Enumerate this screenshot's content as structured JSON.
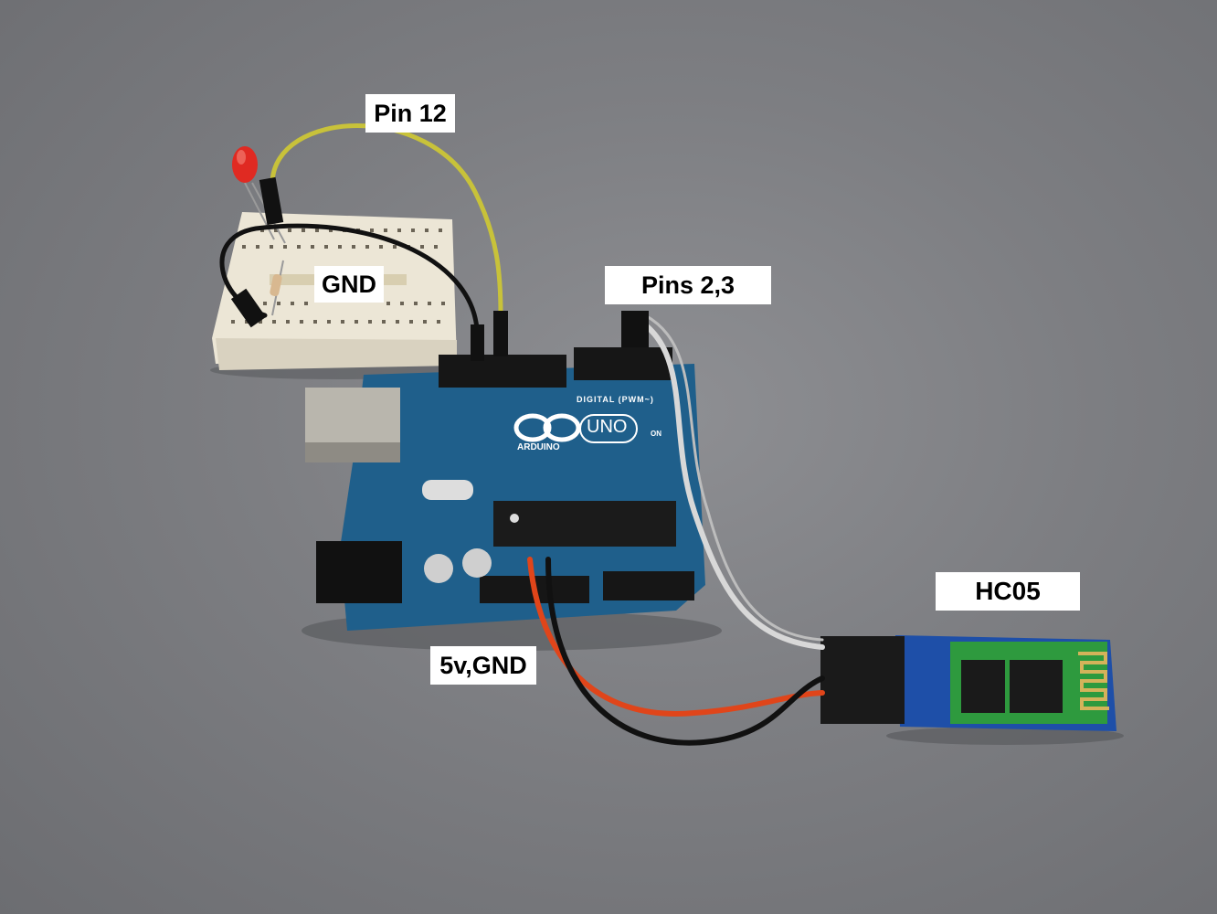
{
  "image": {
    "description": "Photo of an Arduino Uno wired to a mini breadboard with an LED and resistor, and an HC-05 Bluetooth module, with white annotation labels",
    "background_color": "#7d7e82"
  },
  "labels": {
    "pin12": "Pin 12",
    "gnd": "GND",
    "pins23": "Pins 2,3",
    "hc05": "HC05",
    "power": "5v,GND"
  },
  "board": {
    "brand": "ARDUINO",
    "model": "UNO",
    "header_text": "DIGITAL (PWM~)",
    "on_led_text": "ON",
    "color": "#1f5f8b"
  },
  "wires": {
    "yellow": "#c8c23a",
    "black": "#111111",
    "white": "#d8d8d8",
    "red": "#e0451a"
  },
  "components": {
    "led_color": "#e02a22",
    "breadboard_color": "#ece6d6",
    "hc05_pcb_color": "#1e4fa8",
    "hc05_module_color": "#2e9a3e"
  }
}
